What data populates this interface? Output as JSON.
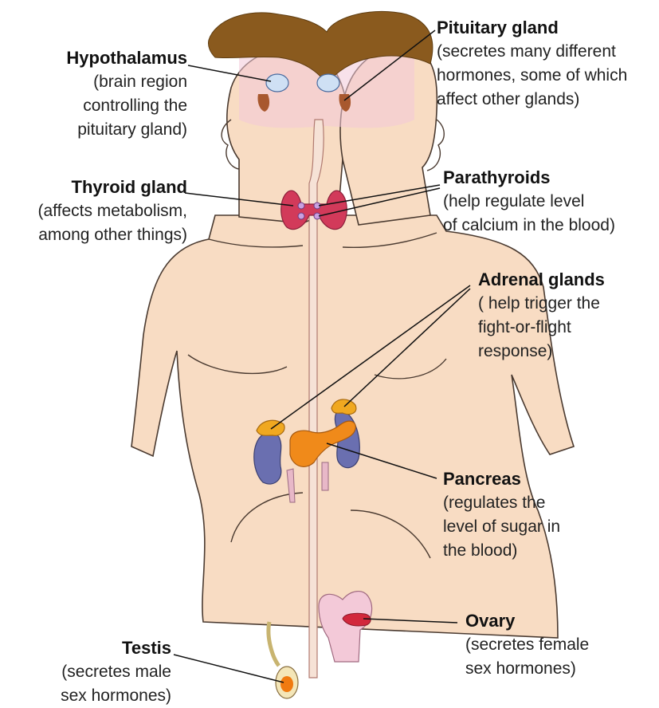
{
  "labels": {
    "hypothalamus": {
      "title": "Hypothalamus",
      "lines": [
        "(brain region",
        "controlling the",
        "pituitary gland)"
      ]
    },
    "pituitary": {
      "title": "Pituitary gland",
      "lines": [
        "(secretes many different",
        "hormones, some of which",
        "affect other glands)"
      ]
    },
    "thyroid": {
      "title": "Thyroid gland",
      "lines": [
        "(affects metabolism,",
        "among other things)"
      ]
    },
    "parathyroids": {
      "title": "Parathyroids",
      "lines": [
        "(help regulate level",
        "of calcium in the blood)"
      ]
    },
    "adrenal": {
      "title": "Adrenal glands",
      "lines": [
        "( help trigger the",
        "fight-or-flight",
        "response)"
      ]
    },
    "pancreas": {
      "title": "Pancreas",
      "lines": [
        "(regulates the",
        "level of sugar in",
        "the blood)"
      ]
    },
    "ovary": {
      "title": "Ovary",
      "lines": [
        "(secretes female",
        "sex hormones)"
      ]
    },
    "testis": {
      "title": "Testis",
      "lines": [
        "(secretes male",
        "sex hormones)"
      ]
    }
  },
  "colors": {
    "skin": "#f8dcc3",
    "skin_outline": "#4a3a30",
    "hair": "#8a5a1e",
    "brain_light": "#f3c9d8",
    "thyroid": "#d23a5a",
    "kidney": "#6a6fb0",
    "adrenal": "#f0a820",
    "pancreas": "#f08a1a",
    "ovary": "#d2283c",
    "testis": "#f07a10",
    "spine": "#f6e2d6",
    "gland_blue": "#cfe0f4"
  }
}
